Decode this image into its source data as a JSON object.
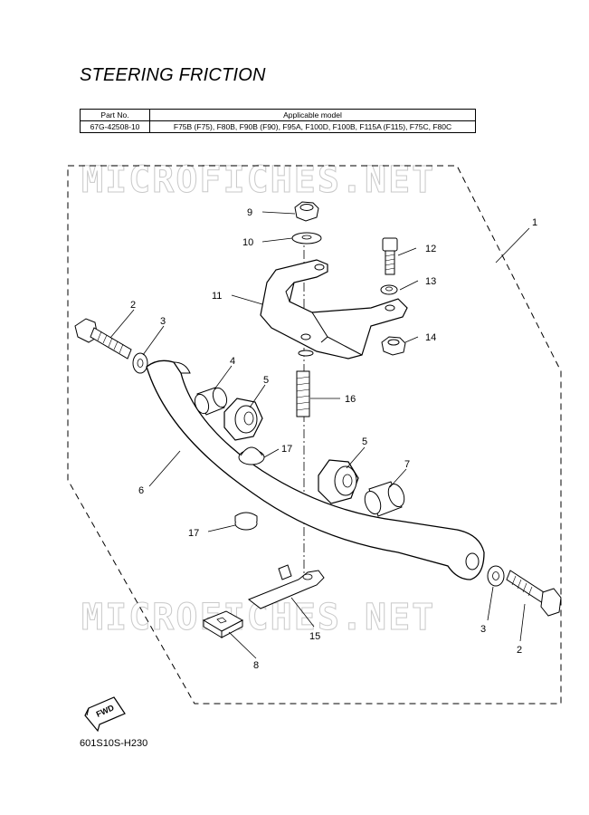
{
  "title": "STEERING FRICTION",
  "table": {
    "headers": [
      "Part No.",
      "Applicable model"
    ],
    "rows": [
      [
        "67G-42508-10",
        "F75B (F75), F80B, F90B (F90), F95A, F100D, F100B, F115A (F115), F75C, F80C"
      ]
    ]
  },
  "watermark": "MICROFICHES.NET",
  "callouts": [
    "1",
    "2",
    "3",
    "4",
    "5",
    "6",
    "7",
    "8",
    "9",
    "10",
    "11",
    "12",
    "13",
    "14",
    "15",
    "16",
    "17",
    "5",
    "17",
    "3",
    "2"
  ],
  "fwd_label": "FWD",
  "diagram_code": "601S10S-H230"
}
